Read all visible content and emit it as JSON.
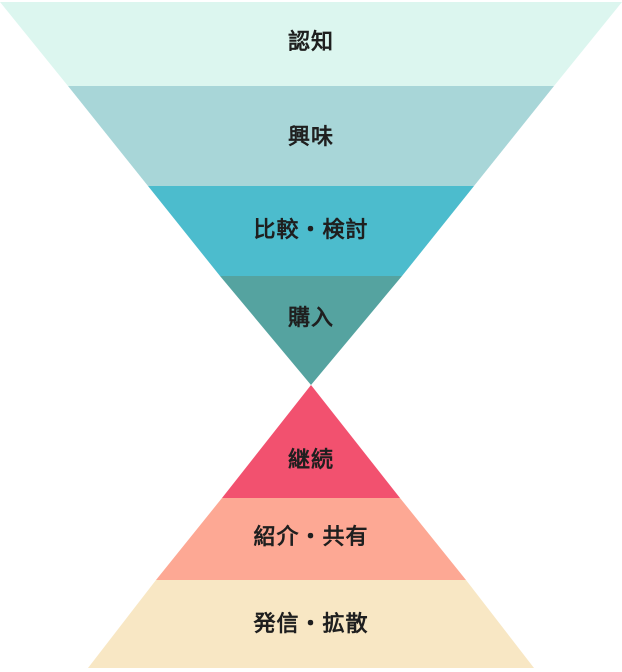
{
  "funnel": {
    "stages": [
      {
        "label": "認知",
        "color": "#dcf6ef"
      },
      {
        "label": "興味",
        "color": "#a8d6d8"
      },
      {
        "label": "比較・検討",
        "color": "#4cbccd"
      },
      {
        "label": "購入",
        "color": "#55a3a0"
      }
    ]
  },
  "pyramid": {
    "stages": [
      {
        "label": "継続",
        "color": "#f2516f"
      },
      {
        "label": "紹介・共有",
        "color": "#fda894"
      },
      {
        "label": "発信・拡散",
        "color": "#f8e7c4"
      }
    ]
  }
}
